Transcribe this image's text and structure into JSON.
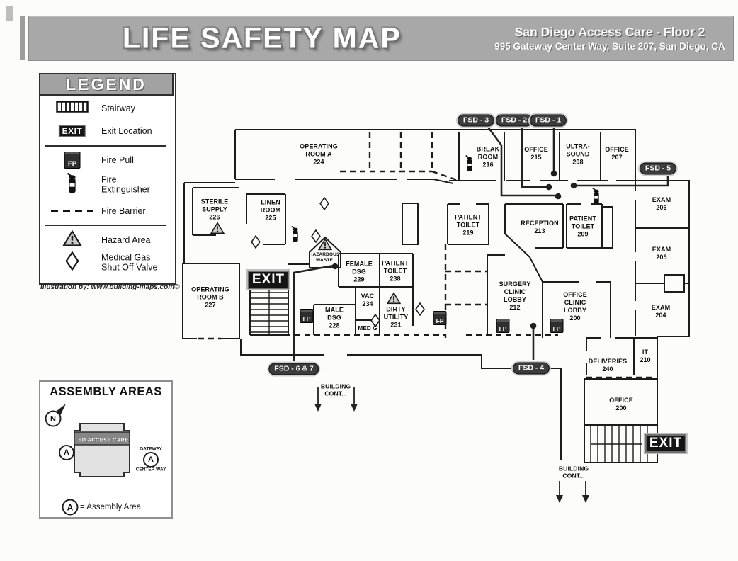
{
  "header": {
    "title": "LIFE SAFETY MAP",
    "site_name": "San Diego Access Care - Floor 2",
    "site_address": "995 Gateway Center Way, Suite 207, San Diego, CA"
  },
  "legend": {
    "title": "LEGEND",
    "stairway": "Stairway",
    "exit_location": "Exit Location",
    "fire_pull": "Fire Pull",
    "fire_extinguisher": "Fire\nExtinguisher",
    "fire_barrier": "Fire Barrier",
    "hazard_area": "Hazard Area",
    "medical_gas": "Medical Gas\nShut Off Valve",
    "credit": "Illustration by:  www.building-maps.com©"
  },
  "rooms": {
    "op_a": "OPERATING\nROOM A\n224",
    "sterile": "STERILE\nSUPPLY\n226",
    "linen": "LINEN\nROOM\n225",
    "op_b": "OPERATING\nROOM B\n227",
    "break_room": "BREAK\nROOM\n216",
    "office_215": "OFFICE\n215",
    "ultrasound": "ULTRA-\nSOUND\n208",
    "office_207": "OFFICE\n207",
    "exam_206": "EXAM\n206",
    "exam_205": "EXAM\n205",
    "exam_204": "EXAM\n204",
    "pt_219": "PATIENT\nTOILET\n219",
    "reception": "RECEPTION\n213",
    "pt_209": "PATIENT\nTOILET\n209",
    "surgery_lobby": "SURGERY\nCLINIC\nLOBBY\n212",
    "office_lobby": "OFFICE\nCLINIC\nLOBBY\n200",
    "hazardous_waste": "HAZARDOUS\nWASTE",
    "female_dsg": "FEMALE\nDSG\n229",
    "pt_238": "PATIENT\nTOILET\n238",
    "vac": "VAC\n234",
    "dirty_utility": "DIRTY\nUTILITY\n231",
    "male_dsg": "MALE\nDSG\n228",
    "med_g": "MED G",
    "deliveries": "DELIVERIES\n240",
    "it": "IT\n210",
    "office_200": "OFFICE\n200"
  },
  "building_cont": "BUILDING\nCONT...",
  "fsd": {
    "f1": "FSD - 1",
    "f2": "FSD - 2",
    "f3": "FSD - 3",
    "f4": "FSD - 4",
    "f5": "FSD - 5",
    "f67": "FSD - 6 & 7"
  },
  "exit_label": "EXIT",
  "fp_label": "FP",
  "assembly": {
    "title": "ASSEMBLY AREAS",
    "compass_label": "N",
    "building_label": "SD ACCESS CARE",
    "street_top": "GATEWAY",
    "street_bottom": "CENTER WAY",
    "assembly_symbol": "A",
    "key_text": "=  Assembly Area"
  },
  "colors": {
    "header_gray": "#a8a8a8",
    "legend_gray": "#a2a2a2",
    "wall_ink": "#1c1c1c",
    "pill_dark": "#3c3c3c",
    "exit_black": "#141414"
  }
}
